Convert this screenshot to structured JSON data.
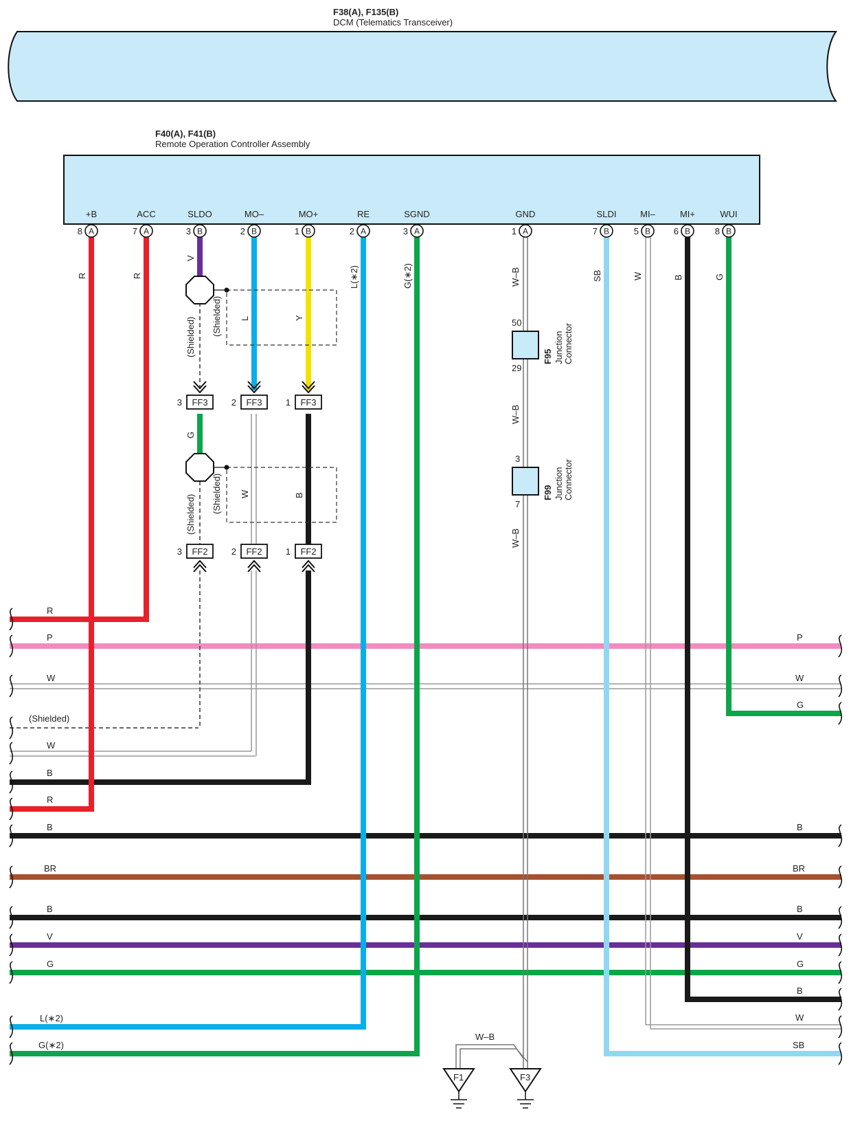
{
  "colors": {
    "R": "#e8202a",
    "P": "#f08cc0",
    "W": "#c9c9c9",
    "G": "#0ca64a",
    "B": "#1a1a1a",
    "L": "#0aaee8",
    "SB": "#8fd8f4",
    "Y": "#f5e100",
    "V": "#6a2e9a",
    "BR": "#a4522f",
    "WB": "#888888",
    "box": "#c8eaf9"
  },
  "dcm": {
    "code": "F38(A), F135(B)",
    "name": "DCM (Telematics Transceiver)"
  },
  "roc": {
    "code": "F40(A), F41(B)",
    "name": "Remote Operation Controller Assembly"
  },
  "pins": [
    {
      "label": "+B",
      "num": "8",
      "conn": "A",
      "wire": "R"
    },
    {
      "label": "ACC",
      "num": "7",
      "conn": "A",
      "wire": "R"
    },
    {
      "label": "SLDO",
      "num": "3",
      "conn": "B",
      "wire": "V"
    },
    {
      "label": "MO–",
      "num": "2",
      "conn": "B",
      "wire": ""
    },
    {
      "label": "MO+",
      "num": "1",
      "conn": "B",
      "wire": ""
    },
    {
      "label": "RE",
      "num": "2",
      "conn": "A",
      "wire": "L(∗2)"
    },
    {
      "label": "SGND",
      "num": "3",
      "conn": "A",
      "wire": "G(∗2)"
    },
    {
      "label": "GND",
      "num": "1",
      "conn": "A",
      "wire": "W–B"
    },
    {
      "label": "SLDI",
      "num": "7",
      "conn": "B",
      "wire": "SB"
    },
    {
      "label": "MI–",
      "num": "5",
      "conn": "B",
      "wire": "W"
    },
    {
      "label": "MI+",
      "num": "6",
      "conn": "B",
      "wire": "B"
    },
    {
      "label": "WUI",
      "num": "8",
      "conn": "B",
      "wire": "G"
    }
  ],
  "shield_groups": [
    {
      "shield_left": "(Shielded)",
      "shield_right": "(Shielded)",
      "wire_a": "L",
      "wire_b": "Y"
    },
    {
      "shield_left": "(Shielded)",
      "shield_right": "(Shielded)",
      "wire_a": "W",
      "wire_b": "B"
    }
  ],
  "sldo_mid_wire": "G",
  "ff3": {
    "code": "FF3",
    "pins": [
      "3",
      "2",
      "1"
    ]
  },
  "ff2": {
    "code": "FF2",
    "pins": [
      "3",
      "2",
      "1"
    ]
  },
  "junctions": [
    {
      "code": "F95",
      "name1": "Junction",
      "name2": "Connector",
      "pin_top": "50",
      "pin_bottom": "29"
    },
    {
      "code": "F99",
      "name1": "Junction",
      "name2": "Connector",
      "pin_top": "3",
      "pin_bottom": "7"
    }
  ],
  "gnd_segments": [
    "W–B",
    "W–B",
    "W–B"
  ],
  "left_wires": [
    "R",
    "P",
    "W",
    "(Shielded)",
    "W",
    "B",
    "R",
    "B",
    "BR",
    "B",
    "V",
    "G",
    "L(∗2)",
    "G(∗2)"
  ],
  "right_wires": [
    "P",
    "W",
    "G",
    "B",
    "BR",
    "B",
    "V",
    "G",
    "B",
    "W",
    "SB"
  ],
  "grounds": {
    "f1": "F1",
    "f3": "F3",
    "wire": "W–B"
  }
}
